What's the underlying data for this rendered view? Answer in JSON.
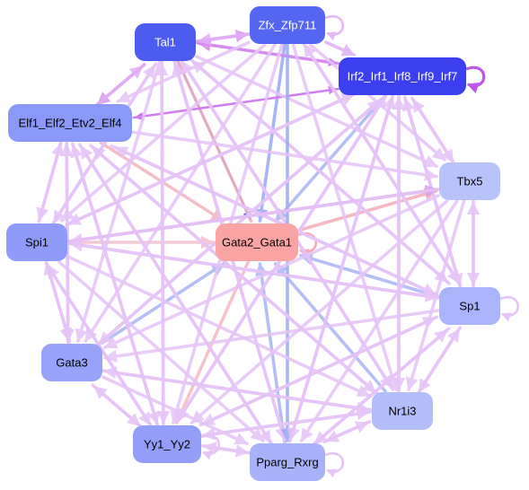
{
  "nodes": [
    {
      "id": "tal1",
      "label": "Tal1",
      "fill": "#4d5cf0",
      "text": "#ffffff"
    },
    {
      "id": "zfx",
      "label": "Zfx_Zfp711",
      "fill": "#5566f2",
      "text": "#ffffff"
    },
    {
      "id": "irf",
      "label": "Irf2_Irf1_Irf8_Irf9_Irf7",
      "fill": "#3c3ff0",
      "text": "#ffffff"
    },
    {
      "id": "elf",
      "label": "Elf1_Elf2_Etv2_Elf4",
      "fill": "#8a98f7",
      "text": "#000000"
    },
    {
      "id": "tbx5",
      "label": "Tbx5",
      "fill": "#b8c2fb",
      "text": "#000000"
    },
    {
      "id": "spi1",
      "label": "Spi1",
      "fill": "#8f9bf8",
      "text": "#000000"
    },
    {
      "id": "gata2",
      "label": "Gata2_Gata1",
      "fill": "#f9a3a3",
      "text": "#000000"
    },
    {
      "id": "sp1",
      "label": "Sp1",
      "fill": "#a9b4fa",
      "text": "#000000"
    },
    {
      "id": "gata3",
      "label": "Gata3",
      "fill": "#97a3f8",
      "text": "#000000"
    },
    {
      "id": "nr1i3",
      "label": "Nr1i3",
      "fill": "#b3bdfa",
      "text": "#000000"
    },
    {
      "id": "yy1",
      "label": "Yy1_Yy2",
      "fill": "#929ef8",
      "text": "#000000"
    },
    {
      "id": "pparg",
      "label": "Pparg_Rxrg",
      "fill": "#a7b2fa",
      "text": "#000000"
    }
  ],
  "edges": [
    {
      "from": "zfx",
      "to": "zfx",
      "color": "#e4b8f7",
      "self": true
    },
    {
      "from": "irf",
      "to": "irf",
      "color": "#c056f0",
      "self": true
    },
    {
      "from": "gata2",
      "to": "gata2",
      "color": "#f7a9b8",
      "self": true
    },
    {
      "from": "sp1",
      "to": "sp1",
      "color": "#e6c3f7",
      "self": true
    },
    {
      "from": "pparg",
      "to": "pparg",
      "color": "#e6c3f7",
      "self": true
    },
    {
      "from": "yy1",
      "to": "yy1",
      "color": "#e6c3f7",
      "self": true
    },
    {
      "from": "tal1",
      "to": "gata2",
      "color": "#3d4ee6"
    },
    {
      "from": "zfx",
      "to": "gata2",
      "color": "#9aa8f5"
    },
    {
      "from": "irf",
      "to": "gata2",
      "color": "#a9b4f5"
    },
    {
      "from": "elf",
      "to": "gata2",
      "color": "#f2b3c0"
    },
    {
      "from": "gata2",
      "to": "tbx5",
      "color": "#f5aab8"
    },
    {
      "from": "spi1",
      "to": "gata2",
      "color": "#f2c0cd"
    },
    {
      "from": "sp1",
      "to": "gata2",
      "color": "#a9b4f5"
    },
    {
      "from": "gata3",
      "to": "gata2",
      "color": "#a9b4f5"
    },
    {
      "from": "nr1i3",
      "to": "gata2",
      "color": "#a9b4f5"
    },
    {
      "from": "gata2",
      "to": "yy1",
      "color": "#f5b8c2"
    },
    {
      "from": "gata2",
      "to": "tal1",
      "color": "#f5b8c2"
    },
    {
      "from": "pparg",
      "to": "gata2",
      "color": "#a9b4f5"
    },
    {
      "from": "irf",
      "to": "elf",
      "color": "#c968ef"
    },
    {
      "from": "elf",
      "to": "irf",
      "color": "#d27ef2"
    },
    {
      "from": "tal1",
      "to": "irf",
      "color": "#c96cf0"
    },
    {
      "from": "irf",
      "to": "tal1",
      "color": "#d68cf2"
    },
    {
      "from": "tal1",
      "to": "zfx",
      "color": "#d994f2"
    },
    {
      "from": "zfx",
      "to": "tal1",
      "color": "#e2aef5"
    },
    {
      "from": "zfx",
      "to": "irf",
      "color": "#e2aef5"
    },
    {
      "from": "tal1",
      "to": "elf",
      "color": "#d994f2"
    },
    {
      "from": "elf",
      "to": "tal1",
      "color": "#e2aef5"
    },
    {
      "from": "tal1",
      "to": "tbx5",
      "color": "#e6c3f7"
    },
    {
      "from": "tal1",
      "to": "spi1",
      "color": "#e6c3f7"
    },
    {
      "from": "spi1",
      "to": "tal1",
      "color": "#e6c3f7"
    },
    {
      "from": "tal1",
      "to": "sp1",
      "color": "#e6c3f7"
    },
    {
      "from": "sp1",
      "to": "tal1",
      "color": "#e6c3f7"
    },
    {
      "from": "tal1",
      "to": "gata3",
      "color": "#e6c3f7"
    },
    {
      "from": "tal1",
      "to": "nr1i3",
      "color": "#e6c3f7"
    },
    {
      "from": "nr1i3",
      "to": "tal1",
      "color": "#e6c3f7"
    },
    {
      "from": "tal1",
      "to": "yy1",
      "color": "#e6c3f7"
    },
    {
      "from": "yy1",
      "to": "tal1",
      "color": "#e6c3f7"
    },
    {
      "from": "tal1",
      "to": "pparg",
      "color": "#e6c3f7"
    },
    {
      "from": "pparg",
      "to": "tal1",
      "color": "#e6c3f7"
    },
    {
      "from": "zfx",
      "to": "elf",
      "color": "#e6c3f7"
    },
    {
      "from": "zfx",
      "to": "spi1",
      "color": "#e6c3f7"
    },
    {
      "from": "zfx",
      "to": "sp1",
      "color": "#e6c3f7"
    },
    {
      "from": "sp1",
      "to": "zfx",
      "color": "#e6c3f7"
    },
    {
      "from": "zfx",
      "to": "tbx5",
      "color": "#e6c3f7"
    },
    {
      "from": "zfx",
      "to": "yy1",
      "color": "#e6c3f7"
    },
    {
      "from": "zfx",
      "to": "pparg",
      "color": "#9aa8f5"
    },
    {
      "from": "zfx",
      "to": "nr1i3",
      "color": "#e6c3f7"
    },
    {
      "from": "zfx",
      "to": "gata3",
      "color": "#e6c3f7"
    },
    {
      "from": "irf",
      "to": "tbx5",
      "color": "#e6c3f7"
    },
    {
      "from": "tbx5",
      "to": "irf",
      "color": "#e6c3f7"
    },
    {
      "from": "irf",
      "to": "spi1",
      "color": "#e6c3f7"
    },
    {
      "from": "spi1",
      "to": "irf",
      "color": "#e6c3f7"
    },
    {
      "from": "irf",
      "to": "sp1",
      "color": "#e6c3f7"
    },
    {
      "from": "sp1",
      "to": "irf",
      "color": "#e6c3f7"
    },
    {
      "from": "irf",
      "to": "gata3",
      "color": "#e6c3f7"
    },
    {
      "from": "gata3",
      "to": "irf",
      "color": "#e6c3f7"
    },
    {
      "from": "irf",
      "to": "nr1i3",
      "color": "#e6c3f7"
    },
    {
      "from": "nr1i3",
      "to": "irf",
      "color": "#e6c3f7"
    },
    {
      "from": "irf",
      "to": "yy1",
      "color": "#e6c3f7"
    },
    {
      "from": "yy1",
      "to": "irf",
      "color": "#e6c3f7"
    },
    {
      "from": "irf",
      "to": "pparg",
      "color": "#e6c3f7"
    },
    {
      "from": "pparg",
      "to": "irf",
      "color": "#e6c3f7"
    },
    {
      "from": "elf",
      "to": "tbx5",
      "color": "#e6c3f7"
    },
    {
      "from": "elf",
      "to": "spi1",
      "color": "#e6c3f7"
    },
    {
      "from": "spi1",
      "to": "elf",
      "color": "#e6c3f7"
    },
    {
      "from": "elf",
      "to": "sp1",
      "color": "#e6c3f7"
    },
    {
      "from": "sp1",
      "to": "elf",
      "color": "#e6c3f7"
    },
    {
      "from": "elf",
      "to": "gata3",
      "color": "#e6c3f7"
    },
    {
      "from": "gata3",
      "to": "elf",
      "color": "#e6c3f7"
    },
    {
      "from": "elf",
      "to": "nr1i3",
      "color": "#e6c3f7"
    },
    {
      "from": "nr1i3",
      "to": "elf",
      "color": "#e6c3f7"
    },
    {
      "from": "elf",
      "to": "yy1",
      "color": "#e6c3f7"
    },
    {
      "from": "yy1",
      "to": "elf",
      "color": "#e6c3f7"
    },
    {
      "from": "elf",
      "to": "pparg",
      "color": "#e6c3f7"
    },
    {
      "from": "pparg",
      "to": "elf",
      "color": "#e6c3f7"
    },
    {
      "from": "spi1",
      "to": "tbx5",
      "color": "#d9a0f2"
    },
    {
      "from": "tbx5",
      "to": "spi1",
      "color": "#e6c3f7"
    },
    {
      "from": "tbx5",
      "to": "sp1",
      "color": "#e6c3f7"
    },
    {
      "from": "tbx5",
      "to": "gata3",
      "color": "#e6c3f7"
    },
    {
      "from": "tbx5",
      "to": "yy1",
      "color": "#e6c3f7"
    },
    {
      "from": "tbx5",
      "to": "pparg",
      "color": "#e6c3f7"
    },
    {
      "from": "tbx5",
      "to": "nr1i3",
      "color": "#e6c3f7"
    },
    {
      "from": "sp1",
      "to": "tbx5",
      "color": "#e6c3f7"
    },
    {
      "from": "spi1",
      "to": "sp1",
      "color": "#e6c3f7"
    },
    {
      "from": "sp1",
      "to": "spi1",
      "color": "#e6c3f7"
    },
    {
      "from": "spi1",
      "to": "gata3",
      "color": "#e6c3f7"
    },
    {
      "from": "gata3",
      "to": "spi1",
      "color": "#e6c3f7"
    },
    {
      "from": "spi1",
      "to": "nr1i3",
      "color": "#e6c3f7"
    },
    {
      "from": "spi1",
      "to": "yy1",
      "color": "#e6c3f7"
    },
    {
      "from": "yy1",
      "to": "spi1",
      "color": "#e6c3f7"
    },
    {
      "from": "spi1",
      "to": "pparg",
      "color": "#e6c3f7"
    },
    {
      "from": "sp1",
      "to": "gata3",
      "color": "#e6c3f7"
    },
    {
      "from": "sp1",
      "to": "nr1i3",
      "color": "#e6c3f7"
    },
    {
      "from": "nr1i3",
      "to": "sp1",
      "color": "#e6c3f7"
    },
    {
      "from": "sp1",
      "to": "yy1",
      "color": "#e6c3f7"
    },
    {
      "from": "yy1",
      "to": "sp1",
      "color": "#e6c3f7"
    },
    {
      "from": "sp1",
      "to": "pparg",
      "color": "#e6c3f7"
    },
    {
      "from": "pparg",
      "to": "sp1",
      "color": "#e6c3f7"
    },
    {
      "from": "gata3",
      "to": "nr1i3",
      "color": "#e6c3f7"
    },
    {
      "from": "nr1i3",
      "to": "gata3",
      "color": "#e6c3f7"
    },
    {
      "from": "gata3",
      "to": "yy1",
      "color": "#e6c3f7"
    },
    {
      "from": "yy1",
      "to": "gata3",
      "color": "#e6c3f7"
    },
    {
      "from": "gata3",
      "to": "pparg",
      "color": "#e6c3f7"
    },
    {
      "from": "nr1i3",
      "to": "yy1",
      "color": "#e6c3f7"
    },
    {
      "from": "yy1",
      "to": "nr1i3",
      "color": "#e6c3f7"
    },
    {
      "from": "nr1i3",
      "to": "pparg",
      "color": "#e6c3f7"
    },
    {
      "from": "pparg",
      "to": "nr1i3",
      "color": "#e6c3f7"
    },
    {
      "from": "yy1",
      "to": "pparg",
      "color": "#e6c3f7"
    },
    {
      "from": "pparg",
      "to": "yy1",
      "color": "#e6c3f7"
    }
  ]
}
